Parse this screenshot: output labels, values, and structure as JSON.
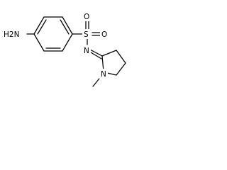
{
  "molecule": {
    "atoms": {
      "amine_group": "H2N",
      "sulfur": "S",
      "oxygen_top": "O",
      "oxygen_right": "O",
      "imine_nitrogen": "N",
      "ring_nitrogen": "N"
    }
  },
  "colors": {
    "bond": "#000000",
    "label": "#000000",
    "background": "#ffffff"
  }
}
